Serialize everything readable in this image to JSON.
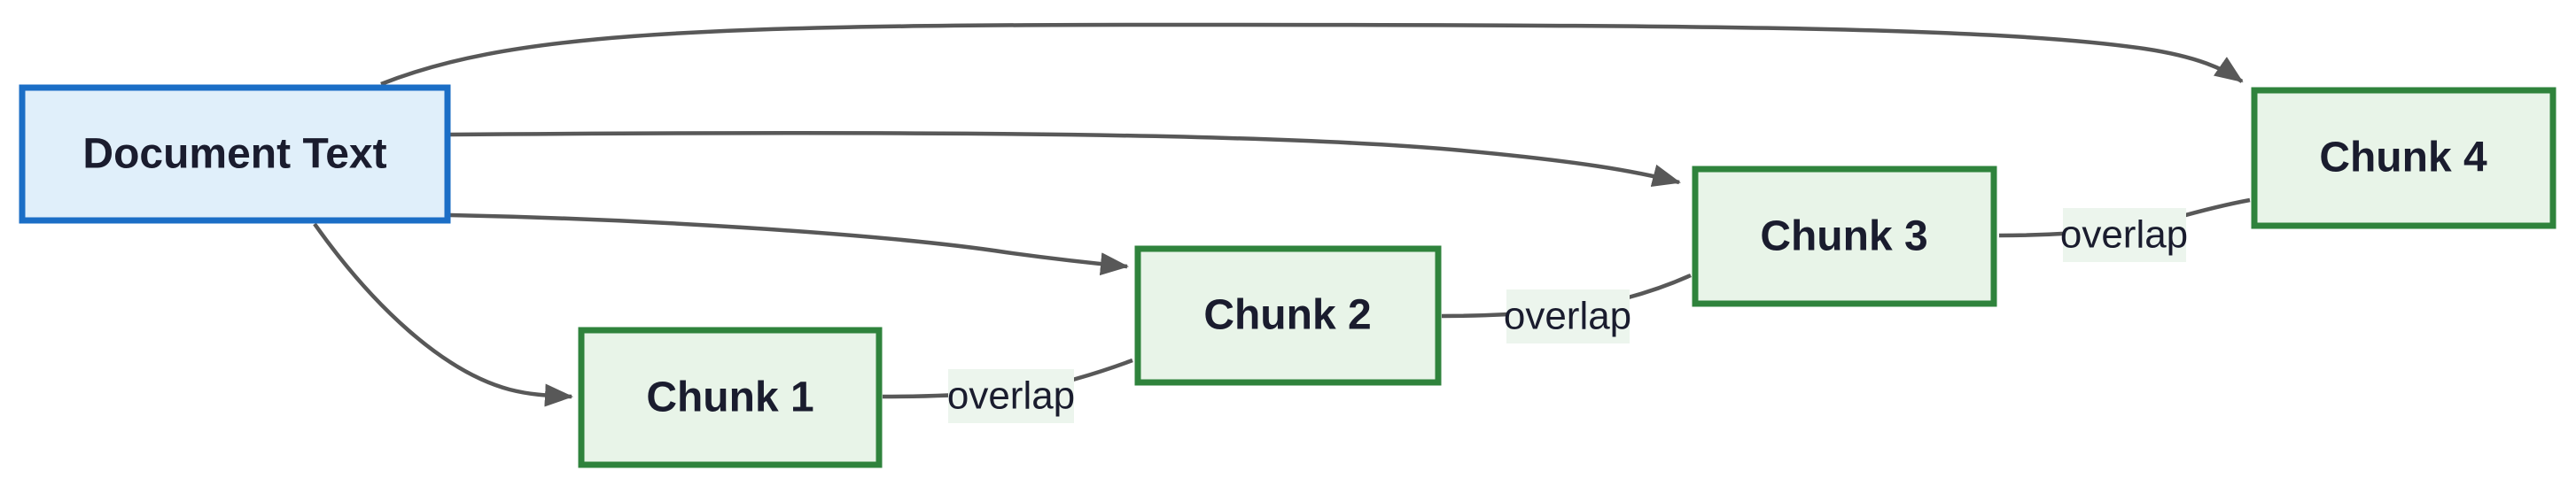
{
  "diagram": {
    "type": "flowchart-left-right",
    "description": "Document text split into sequential chunks with overlap",
    "colors": {
      "background": "#ffffff",
      "edge": "#585858",
      "text": "#1a1c2e",
      "doc_fill": "#e0effa",
      "doc_border": "#1b6ec6",
      "chunk_fill": "#e8f4e8",
      "chunk_border": "#2f833c",
      "edge_label_bg": "#ecf5ed"
    },
    "nodes": [
      {
        "id": "doc",
        "label": "Document Text",
        "kind": "source"
      },
      {
        "id": "chunk1",
        "label": "Chunk 1",
        "kind": "chunk"
      },
      {
        "id": "chunk2",
        "label": "Chunk 2",
        "kind": "chunk"
      },
      {
        "id": "chunk3",
        "label": "Chunk 3",
        "kind": "chunk"
      },
      {
        "id": "chunk4",
        "label": "Chunk 4",
        "kind": "chunk"
      }
    ],
    "edges": [
      {
        "from": "doc",
        "to": "chunk1",
        "label": "",
        "arrow": true
      },
      {
        "from": "doc",
        "to": "chunk2",
        "label": "",
        "arrow": true
      },
      {
        "from": "doc",
        "to": "chunk3",
        "label": "",
        "arrow": true
      },
      {
        "from": "doc",
        "to": "chunk4",
        "label": "",
        "arrow": true
      },
      {
        "from": "chunk1",
        "to": "chunk2",
        "label": "overlap",
        "arrow": false
      },
      {
        "from": "chunk2",
        "to": "chunk3",
        "label": "overlap",
        "arrow": false
      },
      {
        "from": "chunk3",
        "to": "chunk4",
        "label": "overlap",
        "arrow": false
      }
    ]
  }
}
